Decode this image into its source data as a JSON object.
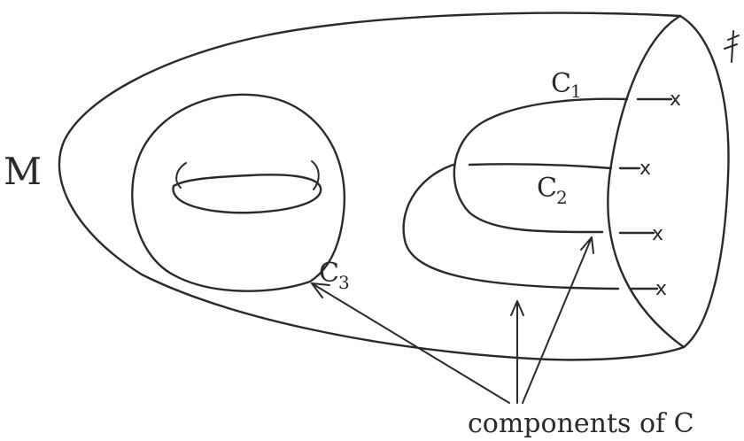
{
  "labels": {
    "manifold": "M",
    "c1": {
      "base": "C",
      "sub": "1"
    },
    "c2": {
      "base": "C",
      "sub": "2"
    },
    "c3": {
      "base": "C",
      "sub": "3"
    },
    "caption": "components of C",
    "boundary_mark": "x"
  },
  "colors": {
    "ink": "#2a2a2a",
    "background": "#ffffff"
  }
}
